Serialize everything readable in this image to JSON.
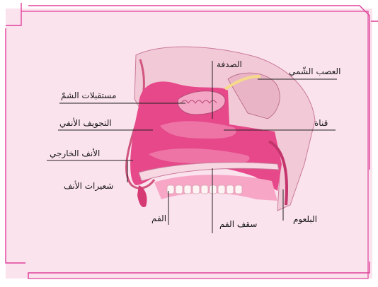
{
  "labels": {
    "concha": "الصدفة",
    "olfactory_nerve": "العصب الشّمي",
    "olfactory_receptors": "مستقبلات الشمّ",
    "nasal_cavity": "التجويف الأنفي",
    "duct": "قناة",
    "external_nose": "الأنف الخارجي",
    "nose_hairs": "شعيرات الأنف",
    "mouth": "الفم",
    "palate": "سقف الفم",
    "pharynx": "البلعوم"
  },
  "colors": {
    "frame": "#e0409a",
    "panel": "#fbe3ee",
    "tissue": "#e6488a",
    "tissue_light": "#f7a6c6",
    "bone": "#f2c9d6",
    "teeth": "#fff4f4"
  }
}
